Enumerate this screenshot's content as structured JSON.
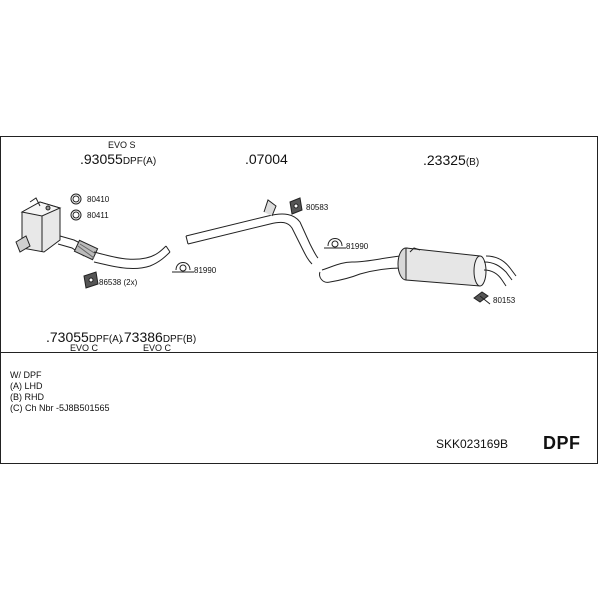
{
  "parts": {
    "top_left": {
      "label": "EVO S",
      "code": ".93055",
      "suffix": "DPF(A)"
    },
    "top_mid": {
      "code": ".07004"
    },
    "top_right": {
      "code": ".23325",
      "suffix": "(B)"
    },
    "bottom_left": {
      "code": ".73055",
      "suffix": "DPF(A)",
      "label": "EVO C"
    },
    "bottom_mid": {
      "code": ".73386",
      "suffix": "DPF(B)",
      "label": "EVO C"
    }
  },
  "small_parts": {
    "p80410": "80410",
    "p80411": "80411",
    "p86538": "86538 (2x)",
    "p81990_left": "81990",
    "p80583": "80583",
    "p81990_right": "81990",
    "p80153": "80153"
  },
  "notes": [
    "W/ DPF",
    "(A) LHD",
    "(B) RHD",
    "(C) Ch Nbr -5J8B501565"
  ],
  "footer": {
    "kit_code": "SKK023169B",
    "tag": "DPF"
  }
}
